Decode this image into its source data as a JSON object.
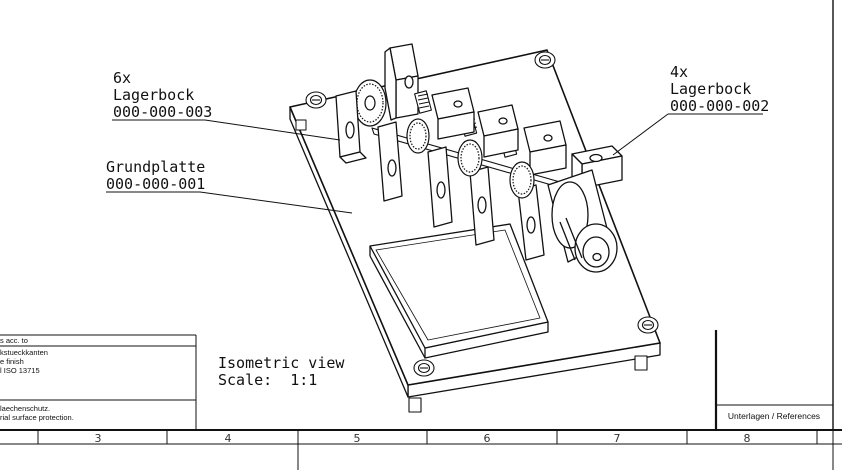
{
  "callouts": {
    "bearing_left_qty": "6x",
    "bearing_left_name": "Lagerbock",
    "bearing_left_part": "000-000-003",
    "base_name": "Grundplatte",
    "base_part": "000-000-001",
    "bearing_right_qty": "4x",
    "bearing_right_name": "Lagerbock",
    "bearing_right_part": "000-000-002"
  },
  "view": {
    "title": "Isometric view",
    "scale": "Scale:  1:1"
  },
  "notes": {
    "line1": "s acc. to",
    "line2": "kstueckkanten",
    "line3": "e finish",
    "line4": "l ISO 13715",
    "line5": "laechenschutz.",
    "line6": "rial surface protection."
  },
  "title_block": {
    "references": "Unterlagen / References"
  },
  "zones": [
    "3",
    "4",
    "5",
    "6",
    "7",
    "8"
  ]
}
